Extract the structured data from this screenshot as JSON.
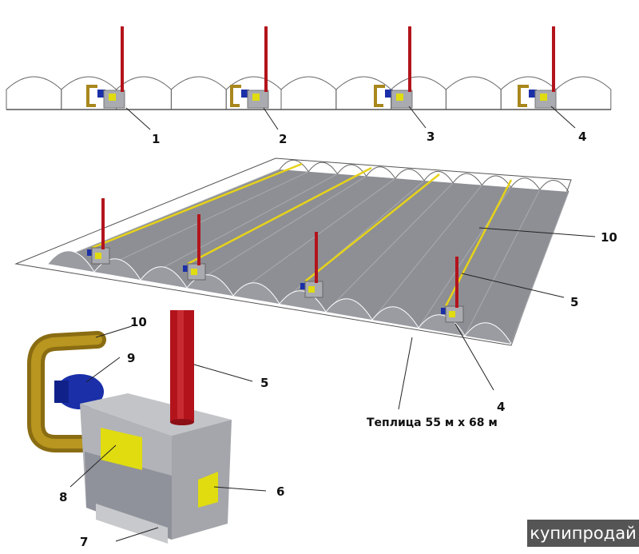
{
  "top_view": {
    "labels": [
      "1",
      "2",
      "3",
      "4"
    ]
  },
  "perspective_view": {
    "label_pipe": "10",
    "label_chimney": "5",
    "label_heater": "4",
    "caption": "Теплица 55 м х 68 м"
  },
  "heater_detail": {
    "label_pipe": "10",
    "label_burner": "9",
    "label_chimney": "5",
    "label_door": "8",
    "label_panel": "6",
    "label_base": "7"
  },
  "watermark": "купипродай",
  "colors": {
    "chimney": "#b3141c",
    "pipe": "#a8871c",
    "burner": "#1a2fa8",
    "heater": "#a9abb0",
    "panel": "#e0dc10",
    "floor": "#8d8f94"
  }
}
